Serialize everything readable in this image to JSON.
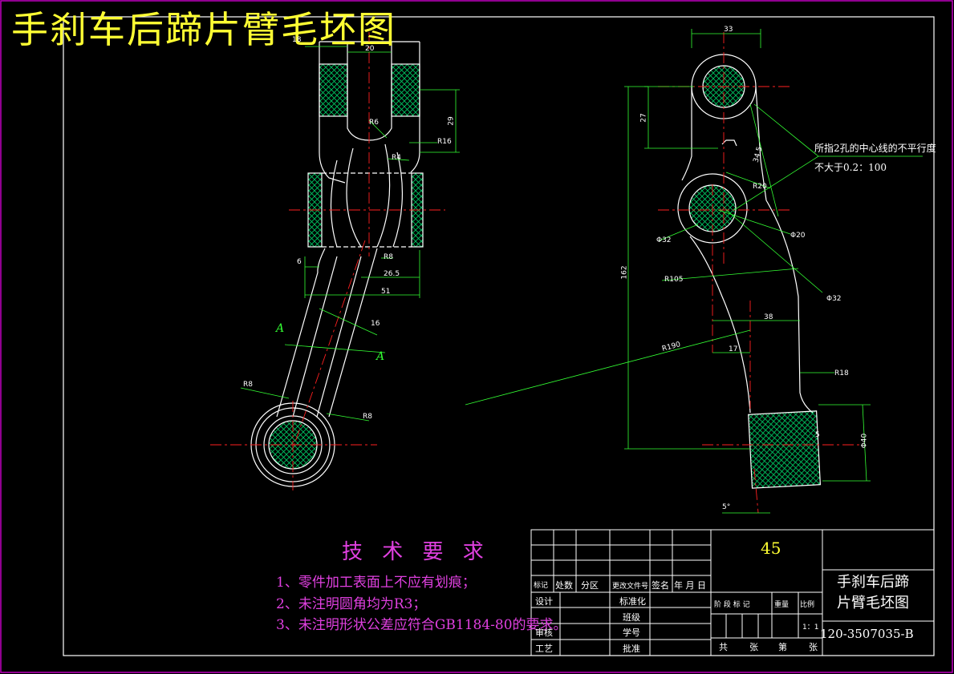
{
  "title": "手刹车后蹄片臂毛坯图",
  "tech_requirements": {
    "heading": "技 术 要 求",
    "items": [
      "1、零件加工表面上不应有划痕；",
      "2、未注明圆角均为R3；",
      "3、未注明形状公差应符合GB1184-80的要求。"
    ]
  },
  "title_block": {
    "material": "45",
    "part_name_line1": "手刹车后蹄",
    "part_name_line2": "片臂毛坯图",
    "drawing_code": "120-3507035-B",
    "scale": "1：1",
    "headers": {
      "mark": "标记",
      "count": "处数",
      "zone": "分区",
      "change_doc": "更改文件号",
      "signature": "签名",
      "date": "年 月 日",
      "design": "设计",
      "review": "审核",
      "process": "工艺",
      "standardize": "标准化",
      "class": "班级",
      "student_no": "学号",
      "approve": "批准",
      "stage_mark": "阶 段 标 记",
      "weight": "重量",
      "ratio": "比例",
      "total": "共",
      "sheets": "张",
      "number": "第",
      "sheet_end": "张"
    }
  },
  "dimensions": {
    "left_view": [
      "18",
      "20",
      "R6",
      "29",
      "R16",
      "R4",
      "R8",
      "6",
      "26.5",
      "51",
      "16",
      "R8",
      "R8"
    ],
    "right_view": [
      "33",
      "27",
      "34.5",
      "R20",
      "Φ32",
      "Φ20",
      "Φ32",
      "R105",
      "162",
      "38",
      "R190",
      "17",
      "R18",
      "5",
      "Φ40",
      "5°"
    ]
  },
  "section_labels": [
    "A",
    "A"
  ],
  "tolerance_note": {
    "line1": "所指2孔的中心线的不平行度",
    "line2": "不大于0.2：100"
  },
  "colors": {
    "background": "#000000",
    "frame": "#c000c0",
    "outline": "#ffffff",
    "centerline": "#ff2020",
    "dimension": "#33ff33",
    "hatch": "#00cc66",
    "title": "#ffff33",
    "requirements": "#e040e0"
  }
}
